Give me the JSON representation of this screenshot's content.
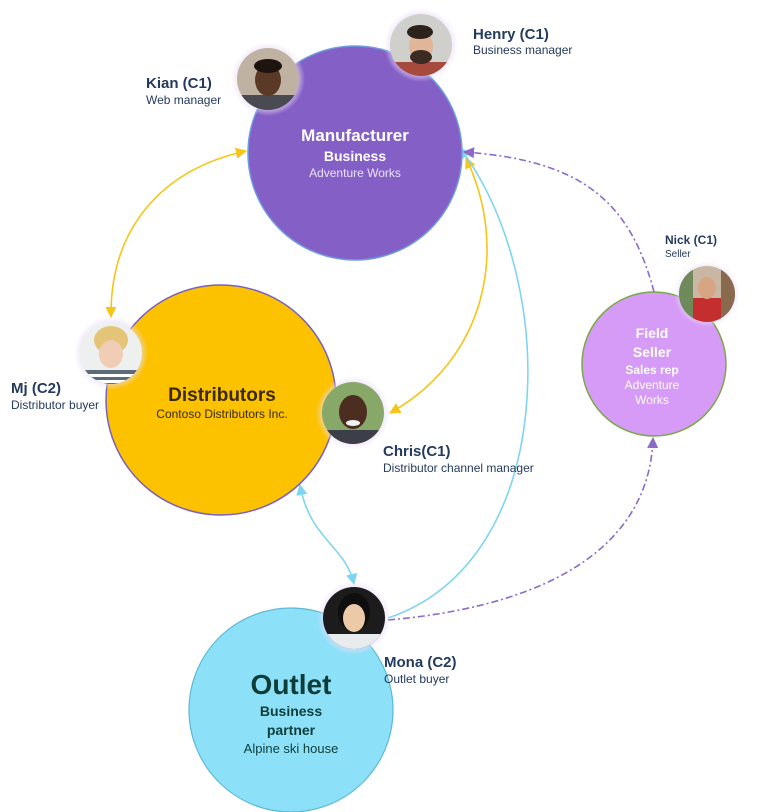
{
  "colors": {
    "manufacturer": "#8460c6",
    "distributors": "#fcc200",
    "outlet": "#8ce0f8",
    "field_seller": "#d59bf6",
    "arrow_yellow": "#f5c518",
    "arrow_blue": "#7fd5f0",
    "arrow_purple": "#8a6cc8",
    "name_text": "#243a5e",
    "role_text": "#243a5e"
  },
  "nodes": {
    "manufacturer": {
      "line1": "Manufacturer",
      "line2": "Business",
      "line3": "Adventure Works"
    },
    "distributors": {
      "line1": "Distributors",
      "line2": "Contoso Distributors Inc."
    },
    "outlet": {
      "line1": "Outlet",
      "line2": "Business",
      "line3": "partner",
      "line4": "Alpine ski house"
    },
    "field_seller": {
      "line1": "Field",
      "line2": "Seller",
      "line3": "Sales rep",
      "line4": "Adventure",
      "line5": "Works"
    }
  },
  "people": {
    "kian": {
      "name": "Kian (C1)",
      "role": "Web manager",
      "icon": "person-avatar-icon"
    },
    "henry": {
      "name": "Henry (C1)",
      "role": "Business manager",
      "icon": "person-avatar-icon"
    },
    "mj": {
      "name": "Mj (C2)",
      "role": "Distributor buyer",
      "icon": "person-avatar-icon"
    },
    "chris": {
      "name": "Chris(C1)",
      "role": "Distributor channel manager",
      "icon": "person-avatar-icon"
    },
    "nick": {
      "name": "Nick (C1)",
      "role": "Seller",
      "icon": "person-avatar-icon"
    },
    "mona": {
      "name": "Mona (C2)",
      "role": "Outlet buyer",
      "icon": "person-avatar-icon"
    }
  }
}
